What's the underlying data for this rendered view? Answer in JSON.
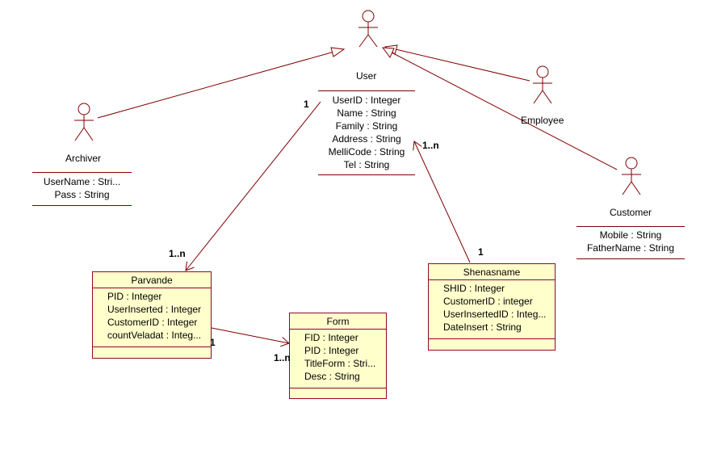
{
  "actors": {
    "user": {
      "name": "User",
      "attributes": [
        "UserID : Integer",
        "Name : String",
        "Family : String",
        "Address : String",
        "MelliCode : String",
        "Tel : String"
      ]
    },
    "archiver": {
      "name": "Archiver",
      "attributes": [
        "UserName : Stri...",
        "Pass : String"
      ]
    },
    "employee": {
      "name": "Employee"
    },
    "customer": {
      "name": "Customer",
      "attributes": [
        "Mobile : String",
        "FatherName : String"
      ]
    }
  },
  "classes": {
    "parvande": {
      "name": "Parvande",
      "attributes": [
        "PID : Integer",
        "UserInserted : Integer",
        "CustomerID : Integer",
        "countVeladat : Integ..."
      ]
    },
    "form": {
      "name": "Form",
      "attributes": [
        "FID : Integer",
        "PID : Integer",
        "TitleForm : Stri...",
        "Desc : String"
      ]
    },
    "shenasname": {
      "name": "Shenasname",
      "attributes": [
        "SHID : Integer",
        "CustomerID : integer",
        "UserInsertedID : Integ...",
        "DateInsert : String"
      ]
    }
  },
  "multiplicities": {
    "user_parvande_user": "1",
    "user_parvande_parvande": "1..n",
    "user_shenasname_user": "1..n",
    "user_shenasname_shenasname": "1",
    "parvande_form_parvande": "1",
    "parvande_form_form": "1..n"
  },
  "colors": {
    "line": "#800000",
    "box_fill": "#ffffcc",
    "box_border": "#990033"
  }
}
